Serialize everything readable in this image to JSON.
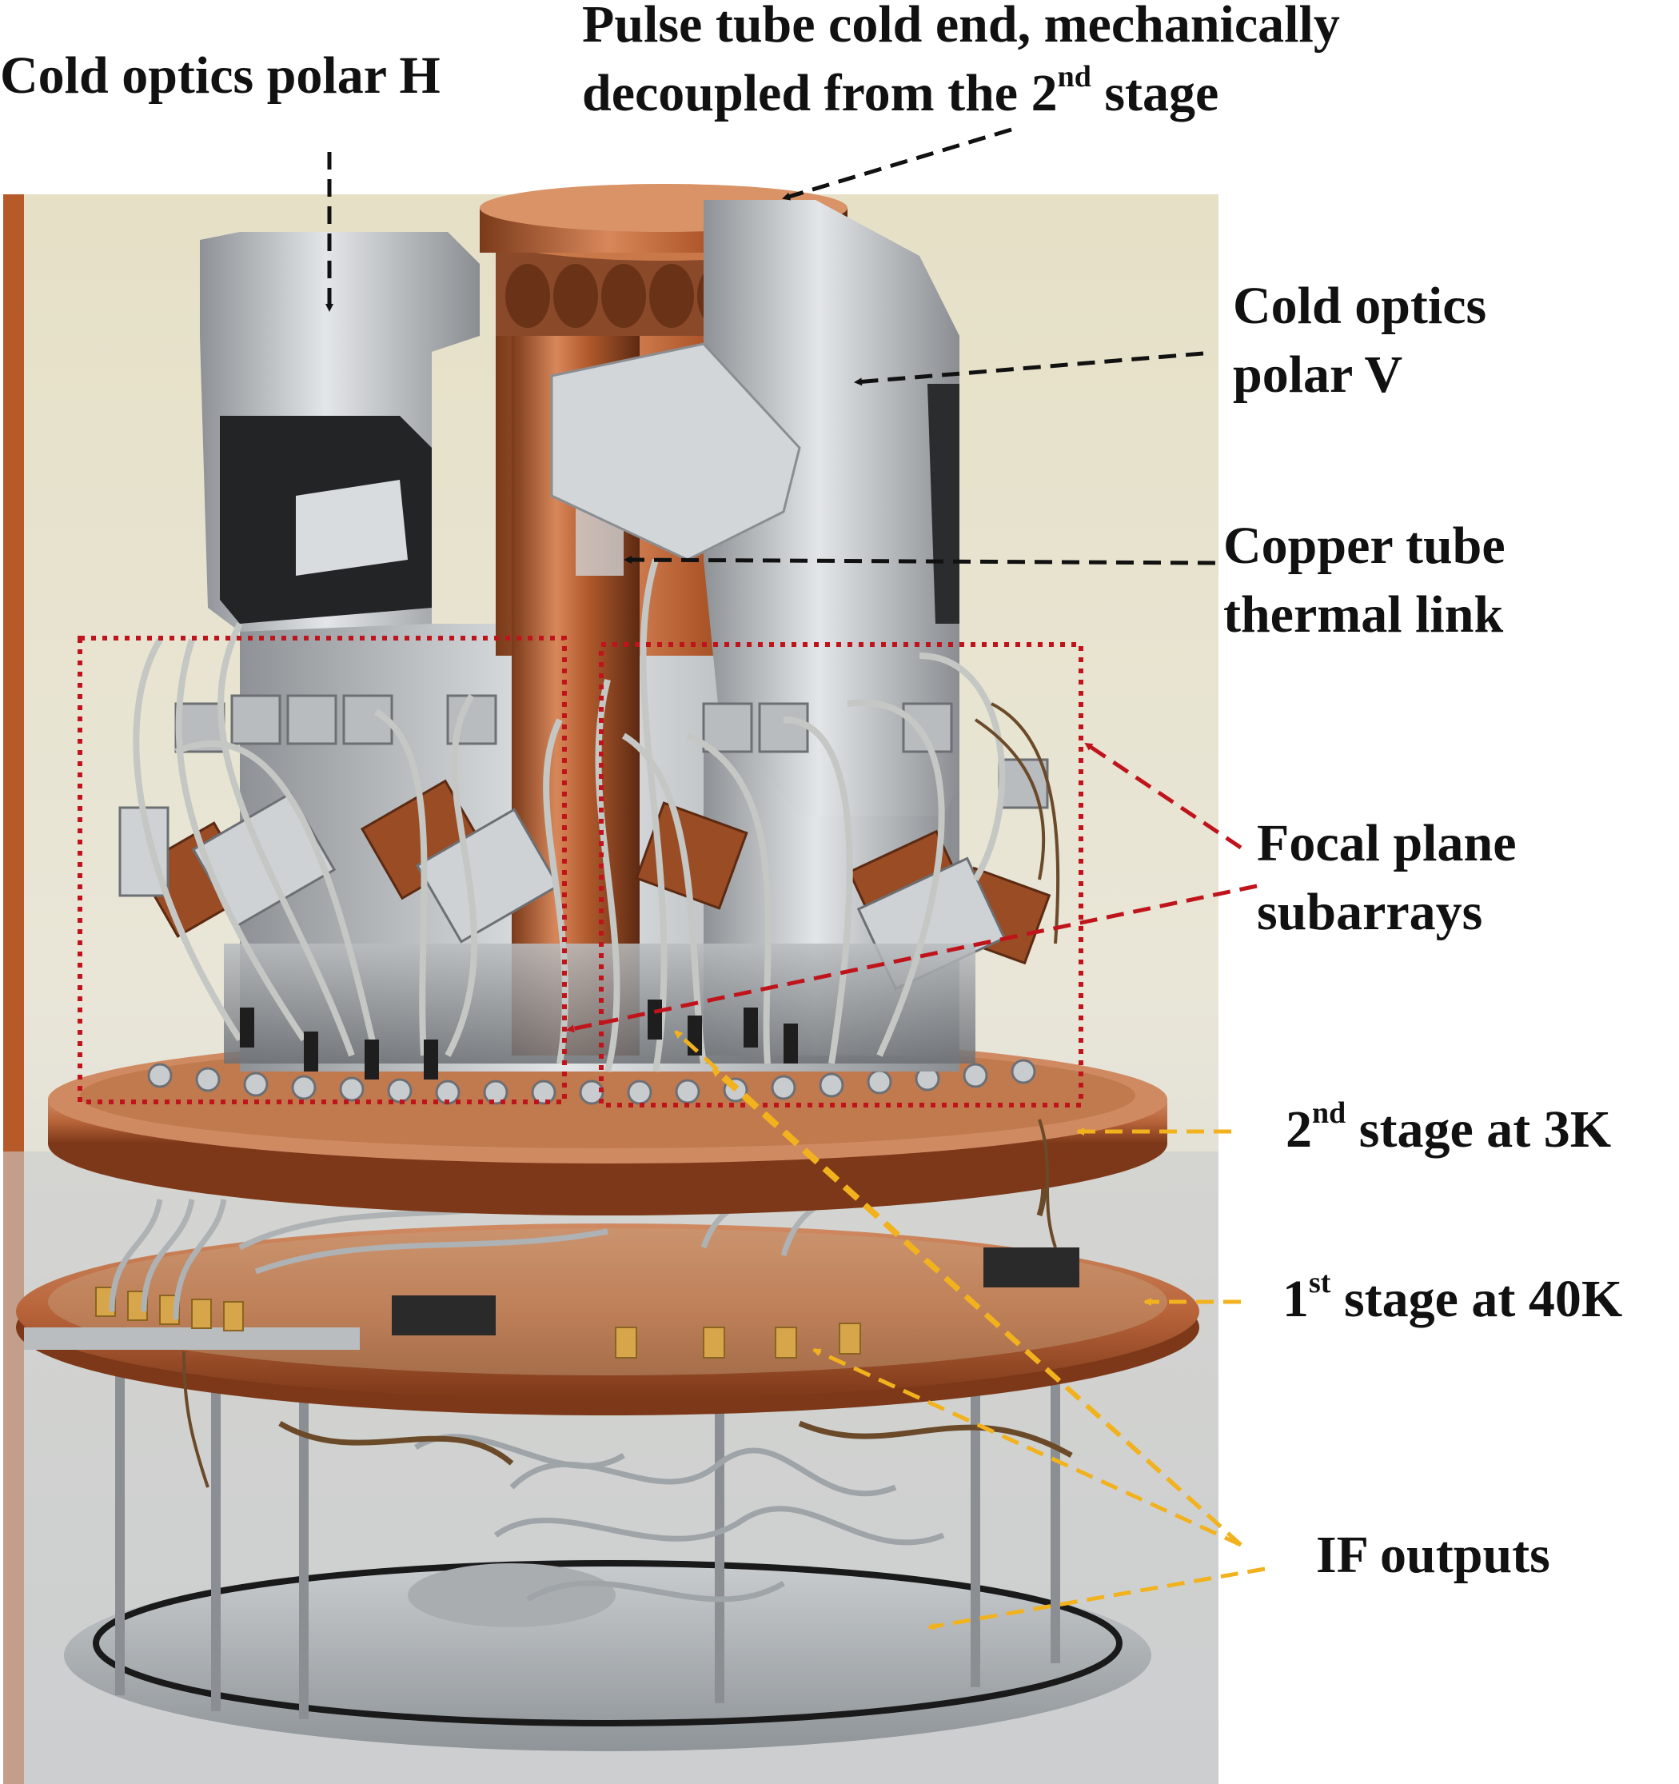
{
  "labels": {
    "cold_optics_h": "Cold optics polar H",
    "pulse_tube_line1": "Pulse tube cold end, mechanically",
    "pulse_tube_line2_a": "decoupled from the 2",
    "pulse_tube_line2_sup": "nd",
    "pulse_tube_line2_b": " stage",
    "cold_optics_v_line1": "Cold optics",
    "cold_optics_v_line2": "polar V",
    "copper_tube_line1": "Copper tube",
    "copper_tube_line2": "thermal link",
    "focal_plane_line1": "Focal plane",
    "focal_plane_line2": "subarrays",
    "stage2_a": "2",
    "stage2_sup": "nd",
    "stage2_b": " stage at 3K",
    "stage1_a": "1",
    "stage1_sup": "st",
    "stage1_b": " stage at 40K",
    "if_outputs": "IF outputs"
  },
  "colors": {
    "black_arrow": "#111111",
    "red_arrow": "#c0141c",
    "orange_arrow": "#f2b21e",
    "copper": "#b8643a",
    "aluminum": "#bfc3c6"
  }
}
